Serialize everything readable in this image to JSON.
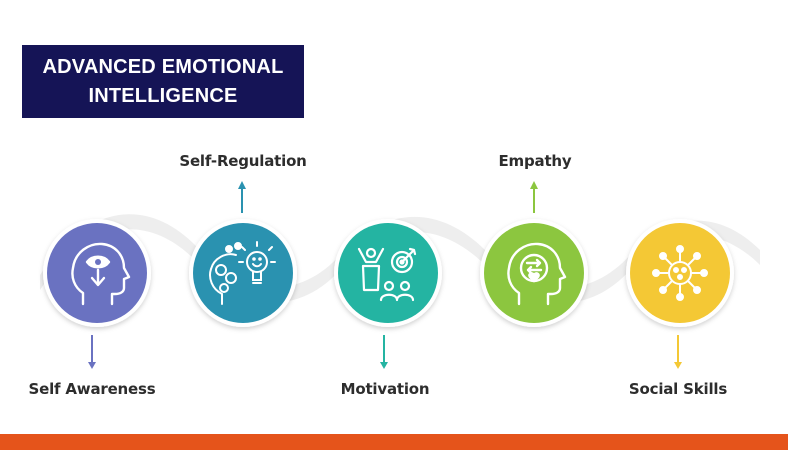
{
  "title": {
    "line1": "ADVANCED EMOTIONAL",
    "line2": "INTELLIGENCE"
  },
  "steps": [
    {
      "label": "Self Awareness",
      "color": "#6a72c1",
      "icon": "head-eye-icon"
    },
    {
      "label": "Self-Regulation",
      "color": "#2a92b0",
      "icon": "emotions-lightbulb-icon"
    },
    {
      "label": "Motivation",
      "color": "#24b4a2",
      "icon": "goal-team-icon"
    },
    {
      "label": "Empathy",
      "color": "#8cc63f",
      "icon": "head-heart-icon"
    },
    {
      "label": "Social Skills",
      "color": "#f4c835",
      "icon": "network-people-icon"
    }
  ],
  "colors": {
    "title_bg": "#151456",
    "bottom_bar": "#e5541b",
    "wave": "#ebebeb"
  }
}
